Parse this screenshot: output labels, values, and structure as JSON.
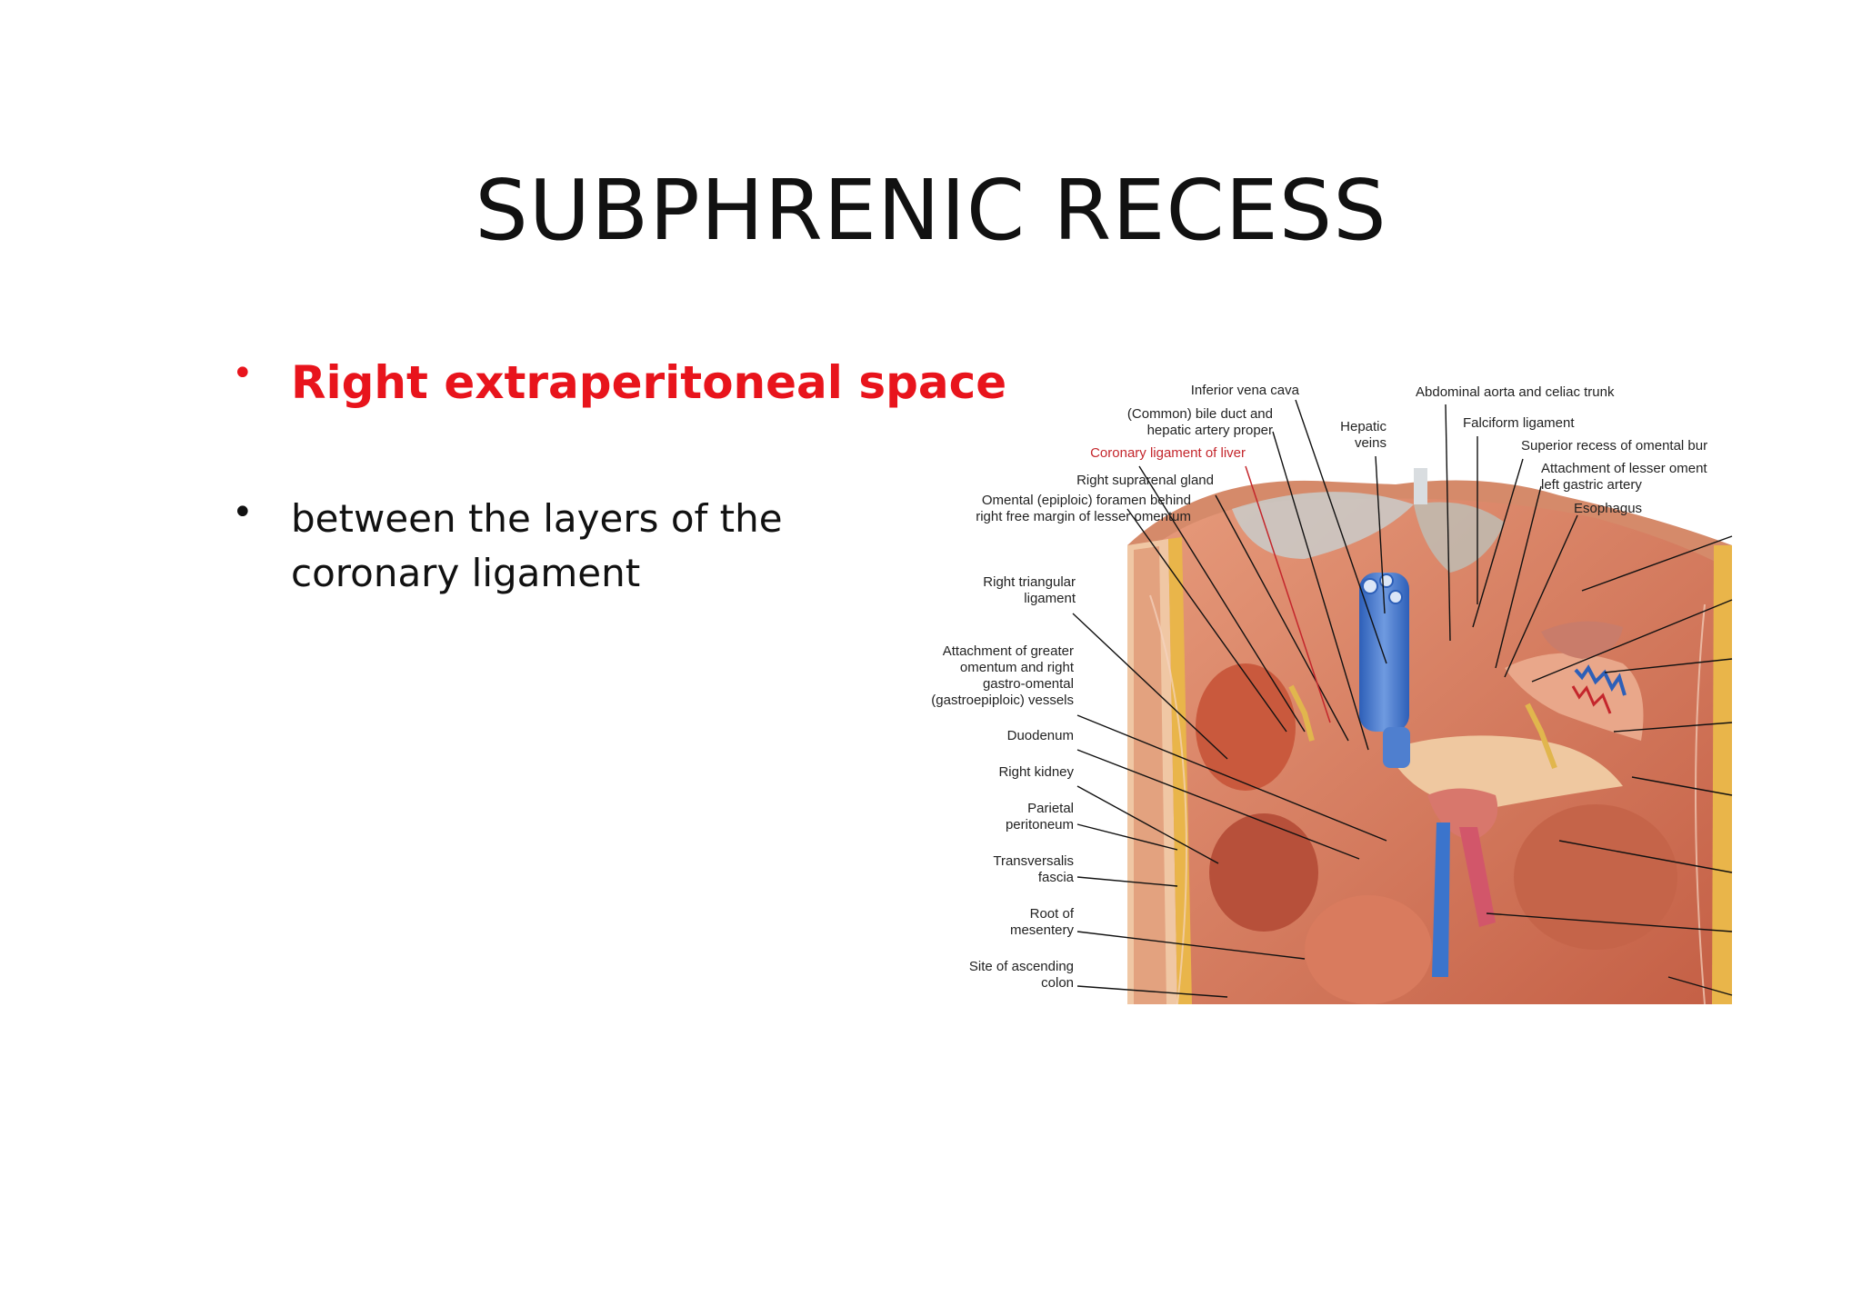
{
  "slide": {
    "title": "SUBPHRENIC RECESS",
    "bullets": [
      {
        "lines": [
          "Right extraperitoneal space"
        ],
        "color": "#e8141c",
        "bold": true
      },
      {
        "lines": [
          "between the layers of the",
          "coronary ligament"
        ],
        "color": "#111111",
        "bold": false
      }
    ]
  },
  "figure": {
    "labels_top": [
      {
        "lines": [
          "Inferior vena cava"
        ]
      },
      {
        "lines": [
          "(Common) bile duct and",
          "hepatic artery proper"
        ]
      },
      {
        "lines": [
          "Coronary ligament of liver"
        ],
        "color": "#c4262c"
      },
      {
        "lines": [
          "Right suprarenal gland"
        ]
      },
      {
        "lines": [
          "Omental (epiploic) foramen behind",
          "right free margin of lesser omentum"
        ]
      },
      {
        "lines": [
          "Hepatic",
          "veins"
        ]
      },
      {
        "lines": [
          "Abdominal aorta and celiac trunk"
        ]
      },
      {
        "lines": [
          "Falciform ligament"
        ]
      },
      {
        "lines": [
          "Superior recess of omental bur"
        ]
      },
      {
        "lines": [
          "Attachment of lesser oment",
          "left gastric artery"
        ]
      },
      {
        "lines": [
          "Esophagus"
        ]
      }
    ],
    "labels_left": [
      {
        "lines": [
          "Right triangular",
          "ligament"
        ]
      },
      {
        "lines": [
          "Attachment of greater",
          "omentum and right",
          "gastro-omental",
          "(gastroepiploic) vessels"
        ]
      },
      {
        "lines": [
          "Duodenum"
        ]
      },
      {
        "lines": [
          "Right kidney"
        ]
      },
      {
        "lines": [
          "Parietal",
          "peritoneum"
        ]
      },
      {
        "lines": [
          "Transversalis",
          "fascia"
        ]
      },
      {
        "lines": [
          "Root of",
          "mesentery"
        ]
      },
      {
        "lines": [
          "Site of ascending",
          "colon"
        ]
      }
    ]
  }
}
